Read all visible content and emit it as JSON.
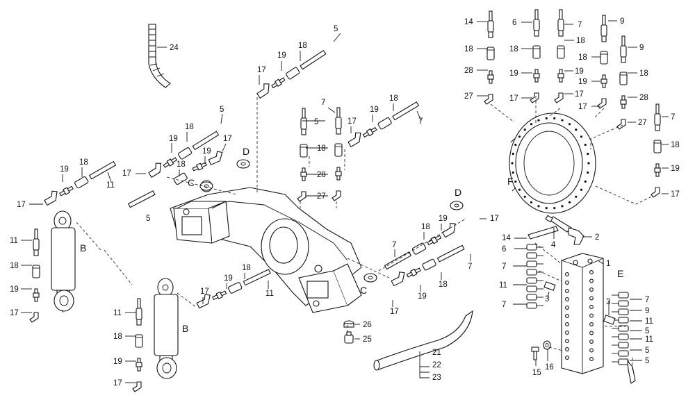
{
  "callouts": {
    "c24": "24",
    "c5a": "5",
    "c17a": "17",
    "c19a": "19",
    "c18a": "18",
    "c5b": "5",
    "c18b": "18",
    "c19b": "19",
    "c17b": "17",
    "c19c": "19",
    "c18c": "18",
    "c17c": "17",
    "c18d": "18",
    "c19d": "19",
    "c11a": "11",
    "c17d": "17",
    "cD1": "D",
    "c5c": "5",
    "c7a": "7",
    "c5d": "5",
    "c17e": "17",
    "c19e": "19",
    "c18e": "18",
    "c7b": "7",
    "c18f": "18",
    "c28a": "28",
    "c27a": "27",
    "cC1": "C",
    "cD2": "D",
    "c17f": "17",
    "c7c": "7",
    "c18g": "18",
    "c19f": "19",
    "c7d": "7",
    "c18h": "18",
    "c19g": "19",
    "c17g": "17",
    "c11b": "11",
    "cC2": "C",
    "c26": "26",
    "c25": "25",
    "c11c": "11",
    "c18i": "18",
    "c19h": "19",
    "c17h": "17",
    "cB1": "B",
    "c11d": "11",
    "c18j": "18",
    "c19i": "19",
    "c17i": "17",
    "cB2": "B",
    "c21": "21",
    "c22": "22",
    "c23": "23",
    "c14a": "14",
    "c6a": "6",
    "c7e": "7",
    "c9a": "9",
    "c18k": "18",
    "c18l": "18",
    "c18m": "18",
    "c18n": "18",
    "c9b": "9",
    "c28b": "28",
    "c19j": "19",
    "c19k": "19",
    "c18o": "18",
    "c27b": "27",
    "c17j": "17",
    "c17k": "17",
    "c17l": "17",
    "c19l": "19",
    "c28c": "28",
    "c27c": "27",
    "c7f": "7",
    "c18p": "18",
    "c19m": "19",
    "c17m": "17",
    "cF": "F",
    "c4": "4",
    "c2": "2",
    "c14b": "14",
    "c6b": "6",
    "c1": "1",
    "cE": "E",
    "c7g": "7",
    "c11e": "11",
    "c3a": "3",
    "c7h": "7",
    "c3b": "3",
    "c7i": "7",
    "c9c": "9",
    "c11f": "11",
    "c5e": "5",
    "c11g": "11",
    "c5f": "5",
    "c5g": "5",
    "c15": "15",
    "c16": "16"
  }
}
